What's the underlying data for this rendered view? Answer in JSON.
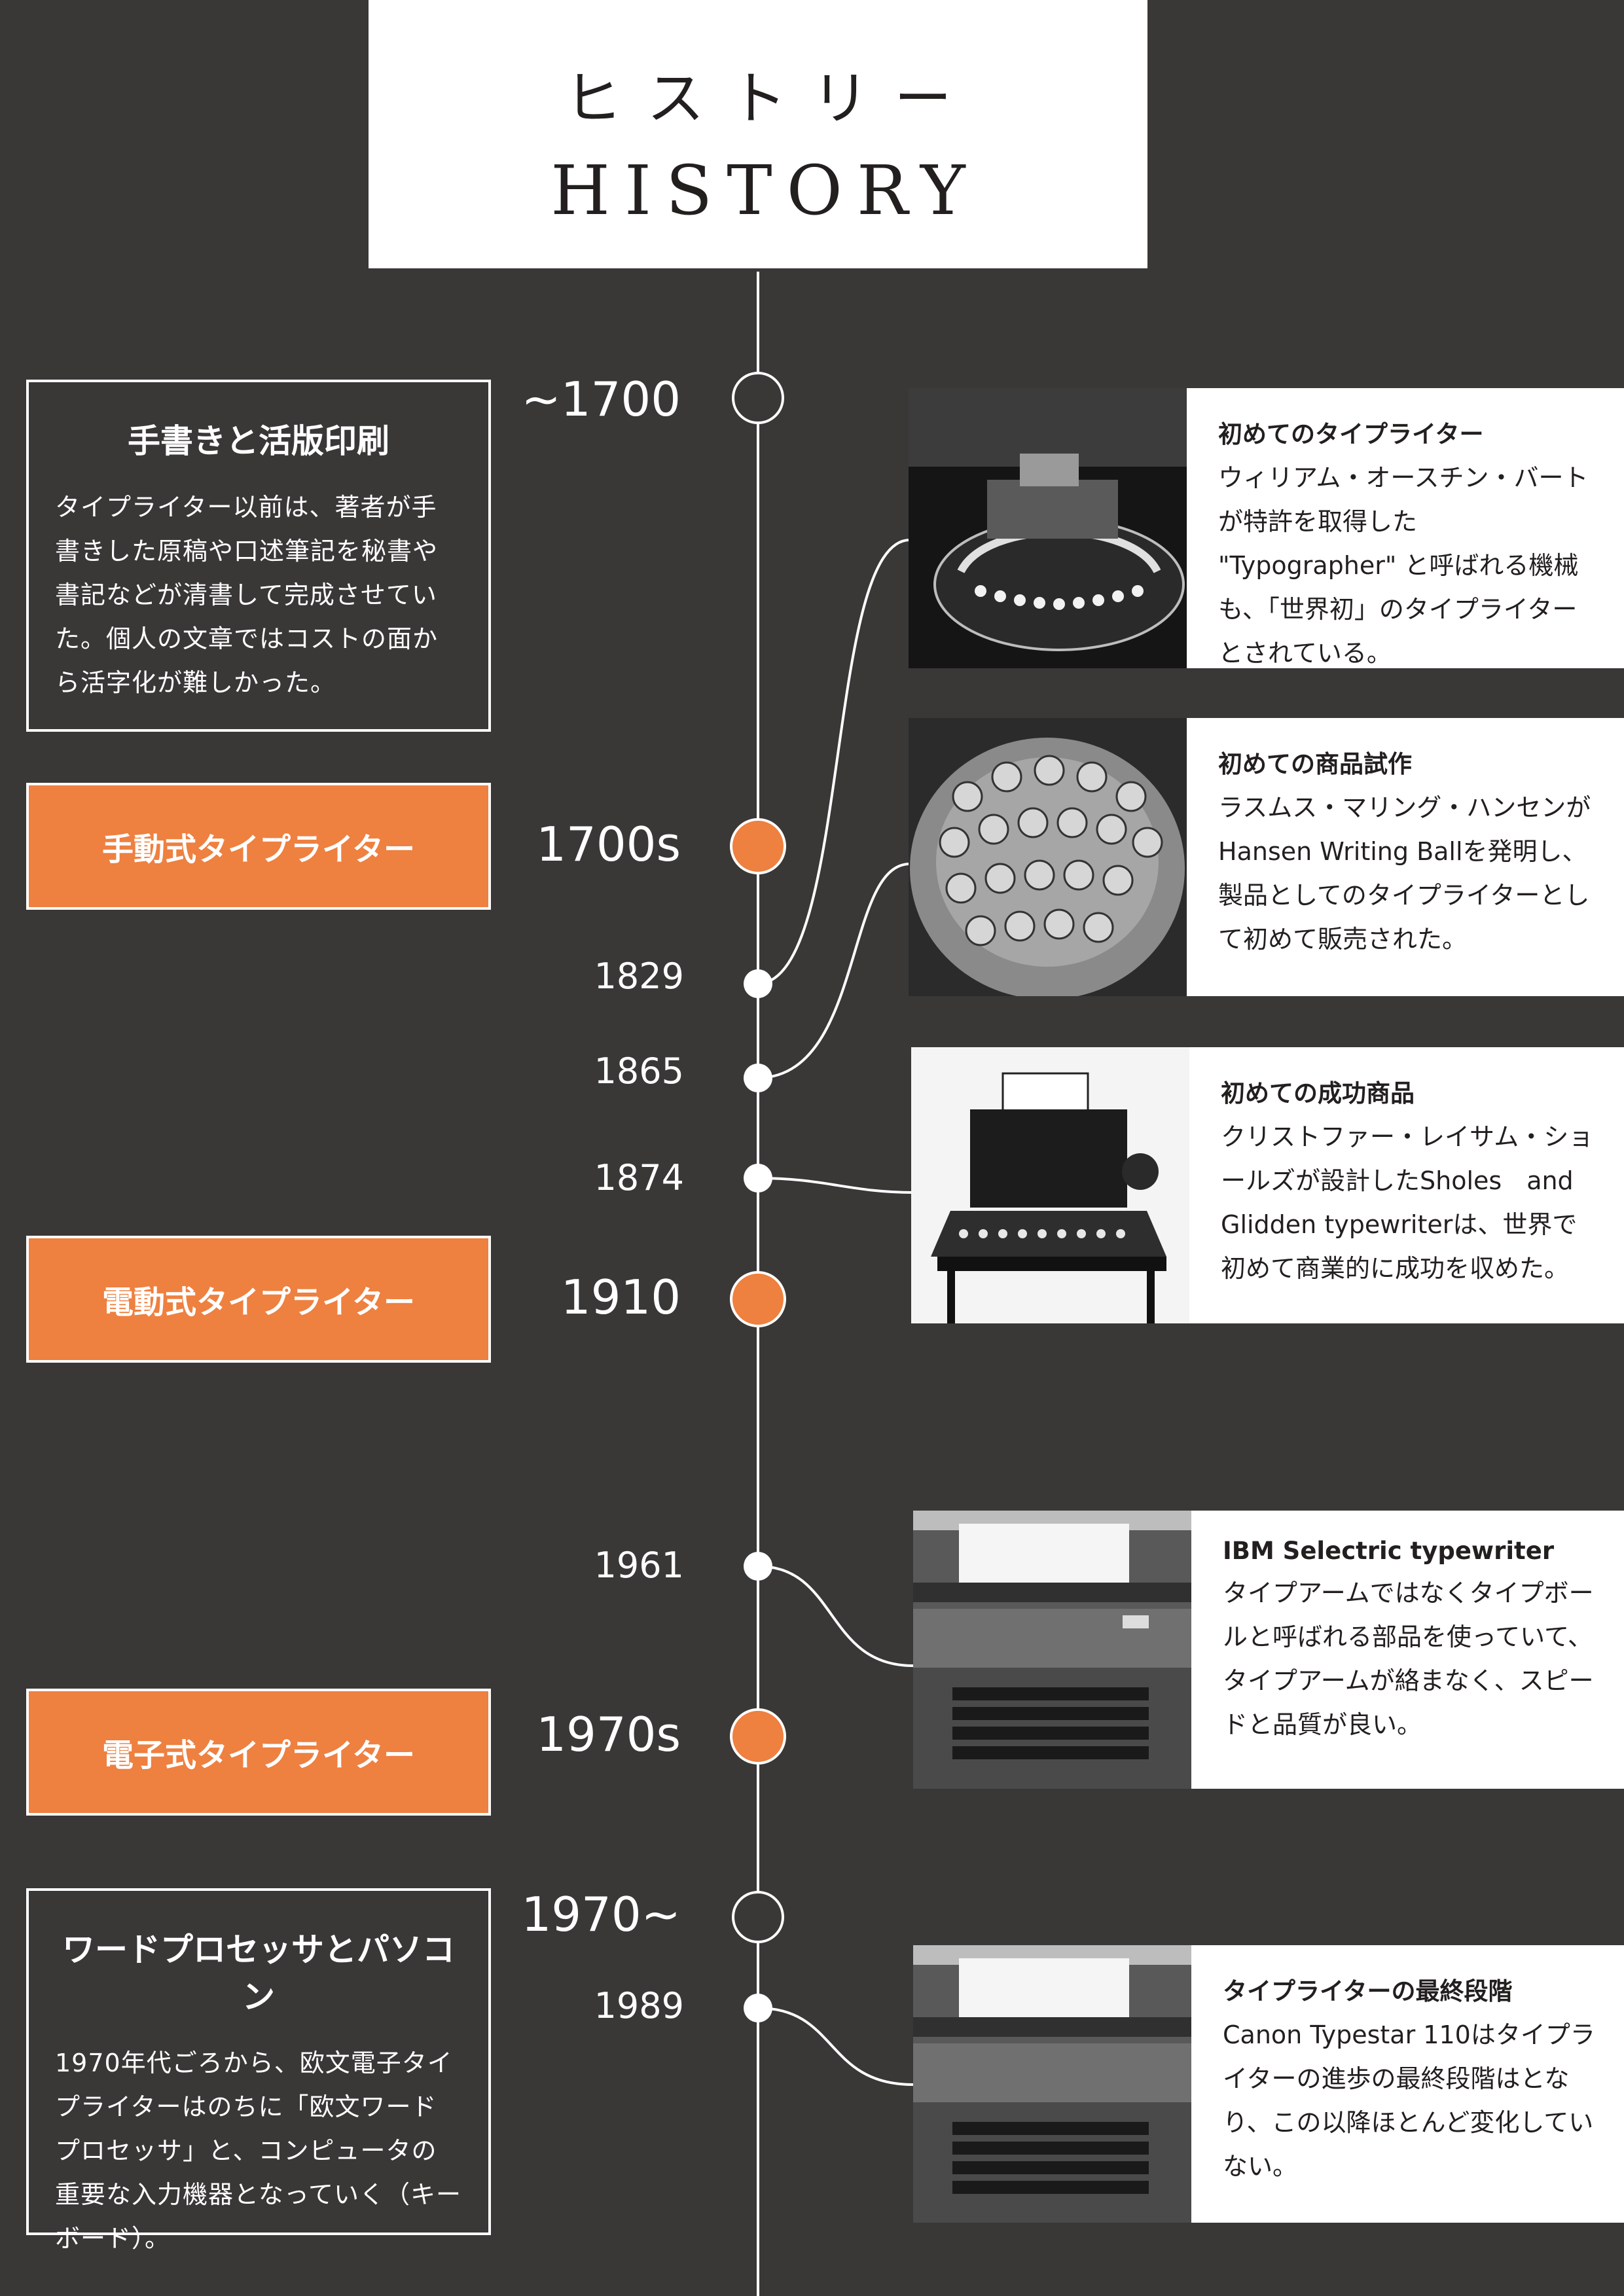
{
  "header": {
    "title_ja": "ヒストリー",
    "title_en": "HISTORY"
  },
  "timeline": {
    "years": {
      "y1700_before": "~1700",
      "y1700s": "1700s",
      "y1829": "1829",
      "y1865": "1865",
      "y1874": "1874",
      "y1910": "1910",
      "y1961": "1961",
      "y1970s": "1970s",
      "y1970_after": "1970~",
      "y1989": "1989"
    }
  },
  "left": {
    "handwriting": {
      "title": "手書きと活版印刷",
      "text": "タイプライター以前は、著者が手書きした原稿や口述筆記を秘書や書記などが清書して完成させていた。個人の文章ではコストの面から活字化が難しかった。"
    },
    "manual": "手動式タイプライター",
    "electric": "電動式タイプライター",
    "electronic": "電子式タイプライター",
    "wordpro": {
      "title": "ワードプロセッサとパソコン",
      "text": "1970年代ごろから、欧文電子タイプライターはのちに「欧文ワードプロセッサ」と、コンピュータの重要な入力機器となっていく（キーボード）。"
    }
  },
  "cards": [
    {
      "title": "初めてのタイプライター",
      "text": "ウィリアム・オースチン・バートが特許を取得した \"Typographer\" と呼ばれる機械も、「世界初」のタイプライターとされている。"
    },
    {
      "title": "初めての商品試作",
      "text": "ラスムス・マリング・ハンセンがHansen Writing Ballを発明し、製品としてのタイプライターとして初めて販売された。"
    },
    {
      "title": "初めての成功商品",
      "text": "クリストファー・レイサム・ショールズが設計したSholes　and Glidden typewriterは、世界で初めて商業的に成功を収めた。"
    },
    {
      "title": "IBM Selectric typewriter",
      "text": "タイプアームではなくタイプボールと呼ばれる部品を使っていて、タイプアームが絡まなく、スピードと品質が良い。"
    },
    {
      "title": "タイプライターの最終段階",
      "text": "Canon Typestar 110はタイプライターの進歩の最終段階はとなり、この以降ほとんど変化していない。"
    }
  ],
  "colors": {
    "background": "#3a3737",
    "accent": "#ee8040",
    "white": "#ffffff",
    "ink": "#231f1f"
  }
}
